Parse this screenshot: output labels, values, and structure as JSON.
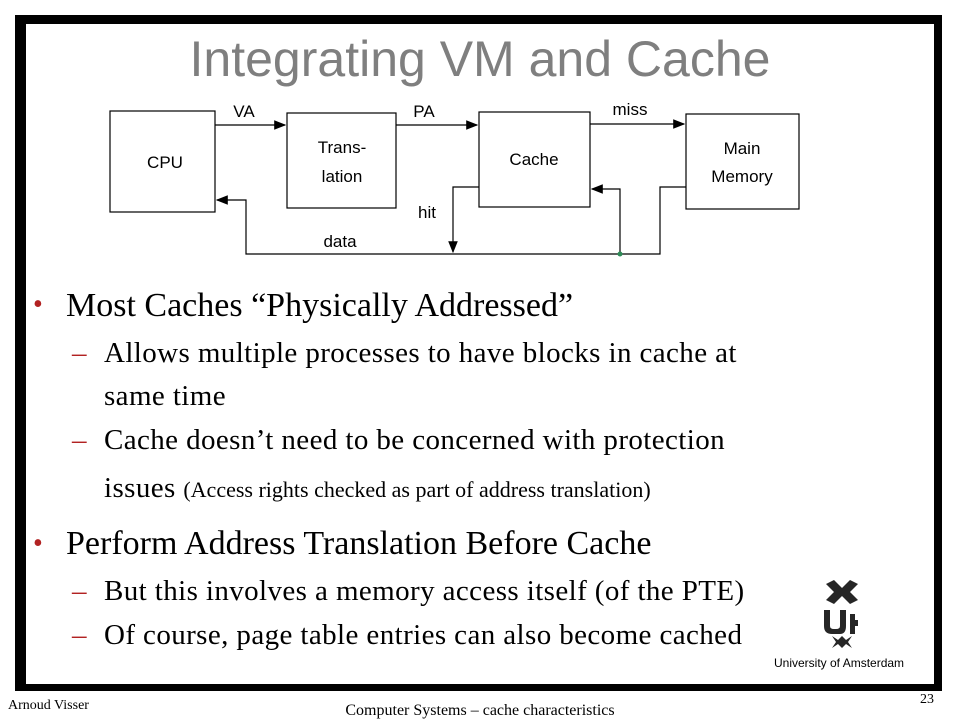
{
  "slide": {
    "title": "Integrating VM and Cache",
    "diagram": {
      "cpu": "CPU",
      "translation_line1": "Trans-",
      "translation_line2": "lation",
      "cache": "Cache",
      "main_memory_line1": "Main",
      "main_memory_line2": "Memory",
      "va": "VA",
      "pa": "PA",
      "miss": "miss",
      "hit": "hit",
      "data": "data"
    },
    "bullets": [
      {
        "text": "Most Caches “Physically Addressed”",
        "subitems": [
          {
            "line1": "Allows multiple processes to have blocks in cache at",
            "line2": "same time"
          },
          {
            "line1": "Cache doesn’t need to be concerned with protection",
            "line2_main": "issues ",
            "line2_small": "(Access rights checked as part of address translation)"
          }
        ]
      },
      {
        "text": "Perform Address Translation Before Cache",
        "subitems": [
          {
            "line1": "But this involves a memory access itself (of the PTE)"
          },
          {
            "line1": "Of course, page table entries can also become cached"
          }
        ]
      }
    ]
  },
  "footer": {
    "author": "Arnoud Visser",
    "course": "Computer Systems – cache characteristics",
    "page": "23",
    "university": "University  of Amsterdam"
  }
}
